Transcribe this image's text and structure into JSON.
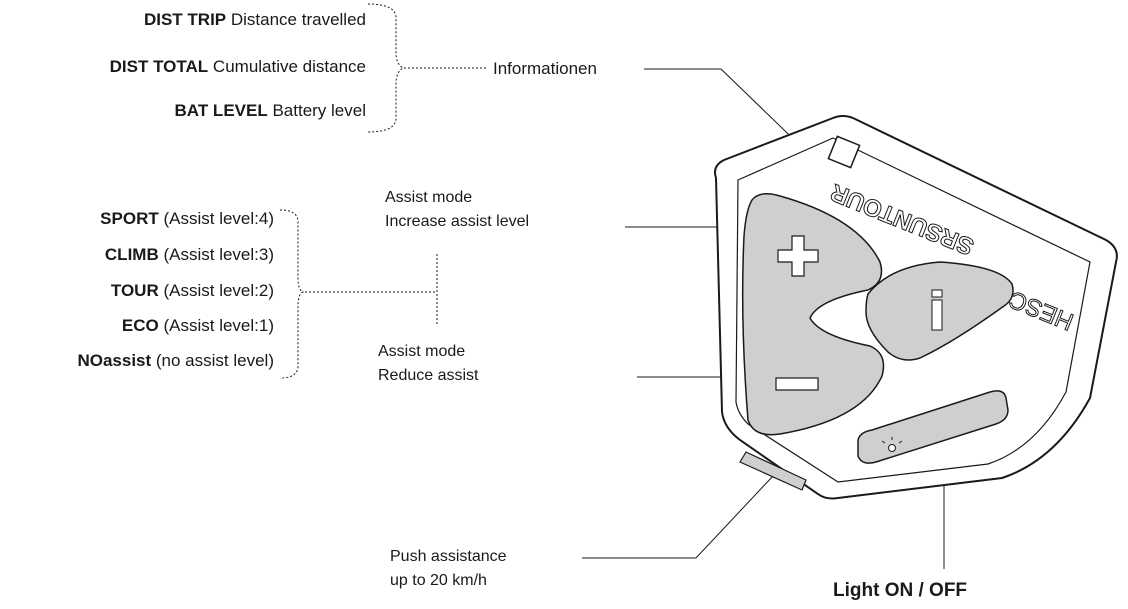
{
  "info_group": {
    "items": [
      {
        "code": "DIST TRIP",
        "desc": "Distance travelled"
      },
      {
        "code": "DIST TOTAL",
        "desc": "Cumulative distance"
      },
      {
        "code": "BAT LEVEL",
        "desc": "Battery level"
      }
    ],
    "label": "Informationen"
  },
  "assist_levels": {
    "items": [
      {
        "code": "SPORT",
        "desc": "(Assist level:4)"
      },
      {
        "code": "CLIMB",
        "desc": "(Assist level:3)"
      },
      {
        "code": "TOUR",
        "desc": "(Assist level:2)"
      },
      {
        "code": "ECO",
        "desc": "(Assist level:1)"
      },
      {
        "code": "NOassist",
        "desc": "(no assist level)"
      }
    ]
  },
  "callouts": {
    "increase": {
      "line1": "Assist mode",
      "line2": "Increase assist level"
    },
    "reduce": {
      "line1": "Assist mode",
      "line2": "Reduce assist"
    },
    "push": {
      "line1": "Push assistance",
      "line2": "up to 20 km/h"
    },
    "light": "Light ON / OFF"
  },
  "device": {
    "brand_text": "HESCO",
    "logo_text": "SRSUNTOUR",
    "plus_symbol": "+",
    "minus_symbol": "−",
    "info_symbol": "i",
    "light_symbol": "☼"
  }
}
